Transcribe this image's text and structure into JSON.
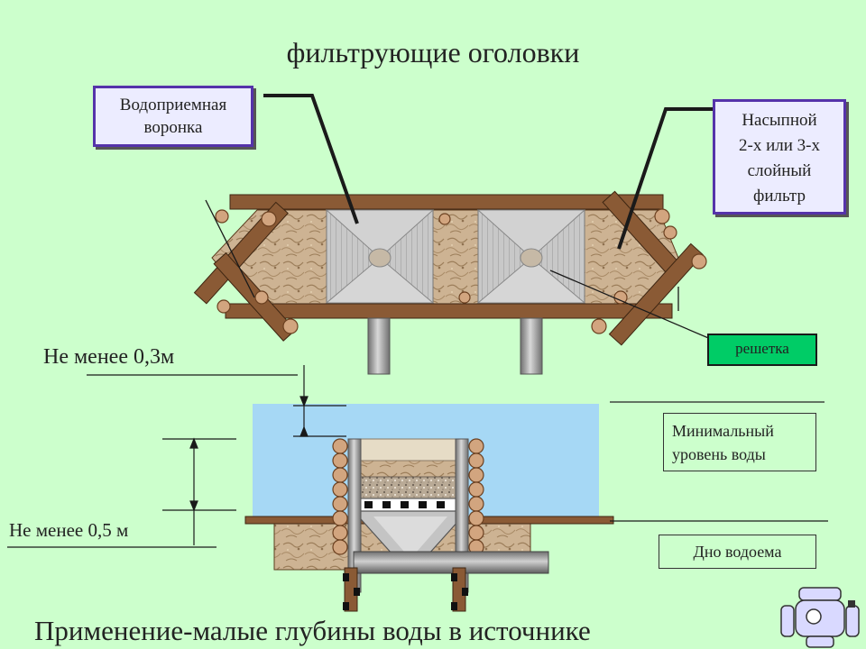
{
  "title": "фильтрующие оголовки",
  "labels": {
    "funnel_line1": "Водоприемная",
    "funnel_line2": "воронка",
    "filter_line1": "Насыпной",
    "filter_line2": "2-х или 3-х",
    "filter_line3": "слойный",
    "filter_line4": "фильтр",
    "grate": "решетка",
    "min_depth_top": "Не менее 0,3м",
    "min_depth_bottom": "Не менее 0,5 м",
    "min_level_line1": "Минимальный",
    "min_level_line2": "уровень воды",
    "bottom": "Дно водоема"
  },
  "caption": "Применение-малые глубины воды в источнике",
  "colors": {
    "background": "#ccffcc",
    "water": "#a6d8f5",
    "wood": "#8a5a35",
    "gravel": "#cdb393",
    "pipe": "#9a9a9a",
    "label_border": "#5533aa",
    "grate_box": "#00cc66"
  },
  "icons": {
    "corner": "robot-icon"
  }
}
